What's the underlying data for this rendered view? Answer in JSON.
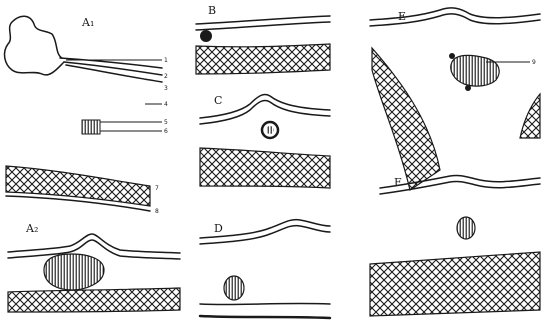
{
  "panels": [
    {
      "id": "A1",
      "label": "A₁"
    },
    {
      "id": "A2",
      "label": "A₂"
    },
    {
      "id": "B",
      "label": "B"
    },
    {
      "id": "C",
      "label": "C"
    },
    {
      "id": "D",
      "label": "D"
    },
    {
      "id": "E",
      "label": "E"
    },
    {
      "id": "F",
      "label": "F"
    }
  ],
  "callouts": [
    "1",
    "2",
    "3",
    "4",
    "5",
    "6",
    "7",
    "8",
    "9"
  ]
}
